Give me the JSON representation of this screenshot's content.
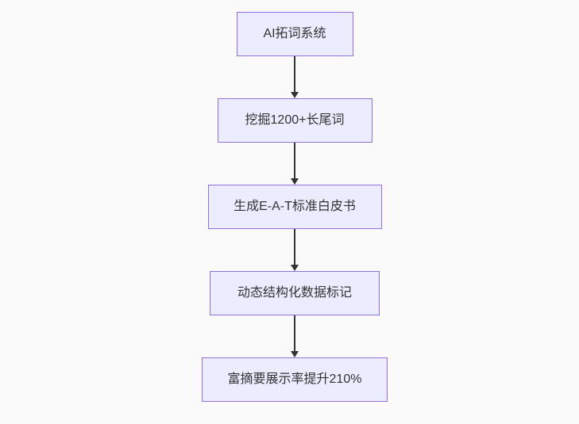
{
  "colors": {
    "page_background": "#fafafa",
    "node_fill": "#ECECFF",
    "node_border": "#9370DB",
    "edge": "#333333",
    "text": "#333333"
  },
  "flowchart": {
    "type": "flowchart",
    "direction": "top-down",
    "nodes": [
      {
        "id": "step-1",
        "label": "AI拓词系统"
      },
      {
        "id": "step-2",
        "label": "挖掘1200+长尾词"
      },
      {
        "id": "step-3",
        "label": "生成E-A-T标准白皮书"
      },
      {
        "id": "step-4",
        "label": "动态结构化数据标记"
      },
      {
        "id": "step-5",
        "label": "富摘要展示率提升210%"
      }
    ],
    "edges": [
      {
        "from": "step-1",
        "to": "step-2"
      },
      {
        "from": "step-2",
        "to": "step-3"
      },
      {
        "from": "step-3",
        "to": "step-4"
      },
      {
        "from": "step-4",
        "to": "step-5"
      }
    ]
  }
}
